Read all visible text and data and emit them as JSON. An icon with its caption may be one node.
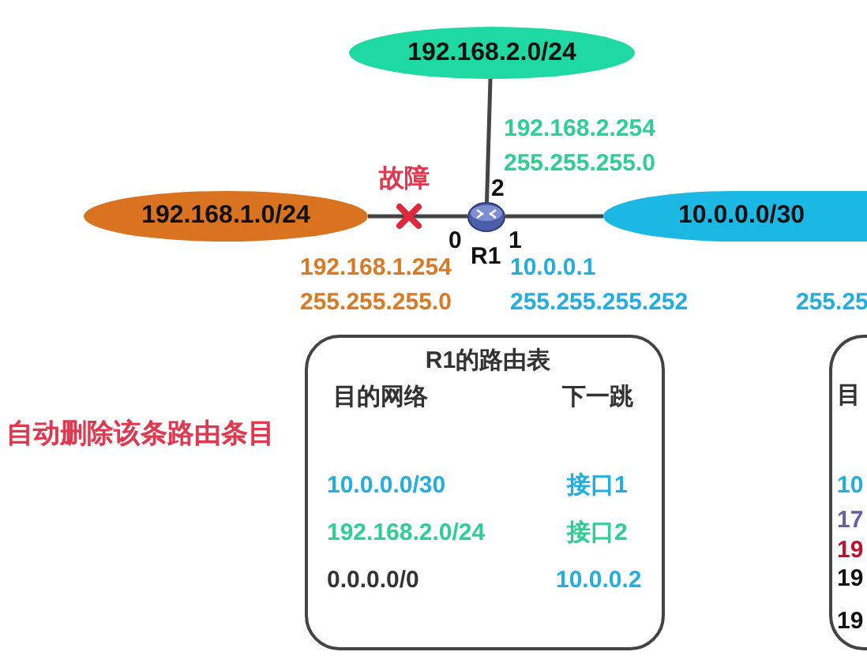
{
  "diagram": {
    "nodes": [
      {
        "text": [
          "192.168.2.0/24"
        ]
      },
      {
        "text": [
          "192.168.1.0/24"
        ]
      },
      {
        "text": [
          "R1"
        ]
      },
      {
        "text": [
          "10.0.0.0/30"
        ]
      },
      {
        "text": [
          "R1的路由表",
          "目的网络",
          "下一跳",
          "10.0.0.0/30",
          "接口1",
          "192.168.2.0/24",
          "接口2",
          "0.0.0.0/0",
          "10.0.0.2"
        ]
      },
      {
        "text": [
          "目",
          "10",
          "17",
          "19",
          "19",
          "19"
        ]
      }
    ],
    "edges": [
      {
        "from": 0,
        "to": 2,
        "arrow": "none"
      },
      {
        "from": 1,
        "to": 2,
        "arrow": "none"
      },
      {
        "from": 2,
        "to": 3,
        "arrow": "none"
      }
    ],
    "labels": [
      "192.168.2.254",
      "255.255.255.0",
      "故障",
      "2",
      "0",
      "1",
      "192.168.1.254",
      "255.255.255.0",
      "10.0.0.1",
      "255.255.255.252",
      "255.25",
      "自动删除该条路由条目"
    ]
  }
}
